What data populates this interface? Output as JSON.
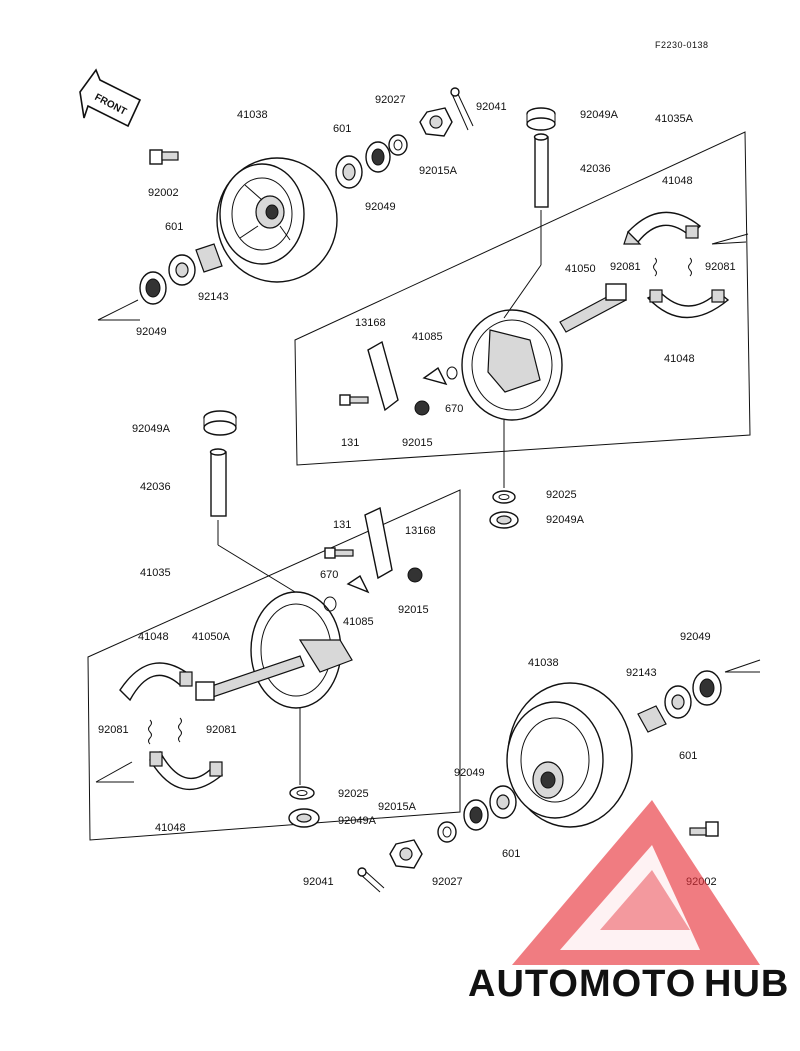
{
  "diagram_code": "F2230-0138",
  "front_label": "FRONT",
  "watermark": {
    "part1": "AUTOMOTO",
    "part2": "HUB",
    "color_orange": "#f2a23a",
    "color_gray": "#5a5a5a",
    "color_red": "#e8313a"
  },
  "labels": {
    "top_drum": "41038",
    "top_601_a": "601",
    "top_92027": "92027",
    "top_92041": "92041",
    "top_92049a": "92049A",
    "top_41035a": "41035A",
    "top_92002": "92002",
    "top_92015a": "92015A",
    "top_42036": "42036",
    "top_41048_a": "41048",
    "top_92049_a": "92049",
    "top_601_b": "601",
    "top_92081_a": "92081",
    "top_92081_b": "92081",
    "top_41050": "41050",
    "top_92143": "92143",
    "top_13168": "13168",
    "top_41085": "41085",
    "top_92049_b": "92049",
    "top_41048_b": "41048",
    "top_670": "670",
    "top_131": "131",
    "top_92015": "92015",
    "mid_92049a": "92049A",
    "mid_42036": "42036",
    "mid_92025": "92025",
    "mid_92049a_b": "92049A",
    "bot_131": "131",
    "bot_13168": "13168",
    "bot_41035": "41035",
    "bot_670": "670",
    "bot_92015": "92015",
    "bot_41085": "41085",
    "bot_41048_a": "41048",
    "bot_41050a": "41050A",
    "bot_92049": "92049",
    "bot_41038": "41038",
    "bot_92143": "92143",
    "bot_92081_a": "92081",
    "bot_92081_b": "92081",
    "bot_601_a": "601",
    "bot_92025": "92025",
    "bot_92049_b": "92049",
    "bot_92015a": "92015A",
    "bot_92049a": "92049A",
    "bot_41048_b": "41048",
    "bot_601_b": "601",
    "bot_92041": "92041",
    "bot_92027": "92027",
    "bot_92002": "92002"
  }
}
